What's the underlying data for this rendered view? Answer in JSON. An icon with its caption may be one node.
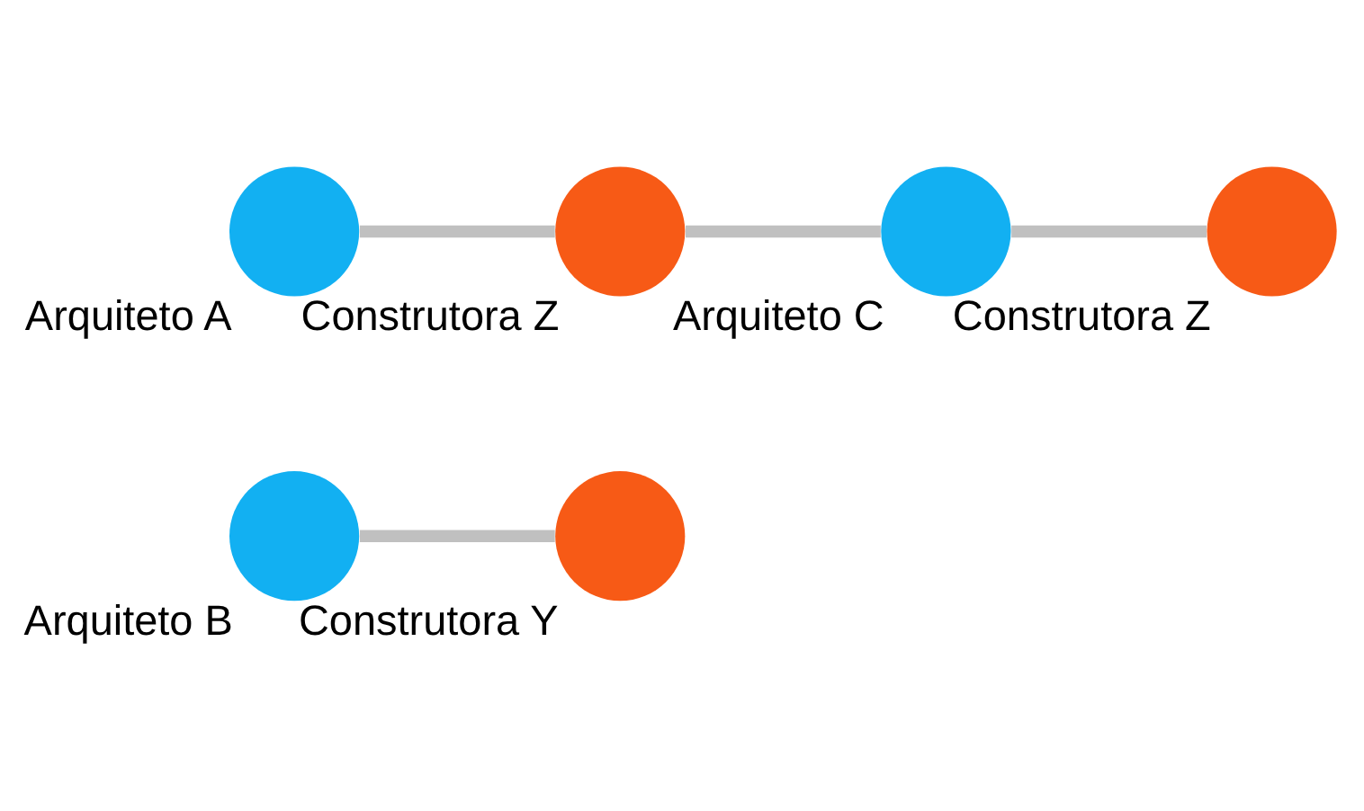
{
  "diagram": {
    "nodes": [
      {
        "text": [],
        "shape": "circle",
        "beside": [
          "Arquiteto B"
        ]
      },
      {
        "text": [],
        "shape": "circle",
        "beside": [
          "Construtora Y"
        ]
      },
      {
        "text": [],
        "shape": "circle",
        "beside": [
          "Construtora Z"
        ]
      },
      {
        "text": [],
        "shape": "circle",
        "beside": [
          "Arquiteto A"
        ]
      },
      {
        "text": [],
        "shape": "circle",
        "beside": [
          "Construtora Z"
        ]
      },
      {
        "text": [],
        "shape": "circle",
        "beside": [
          "Arquiteto C"
        ]
      }
    ],
    "edges": [
      {
        "from": 0,
        "to": 1,
        "arrow": "none"
      },
      {
        "from": 3,
        "to": 4,
        "arrow": "none"
      },
      {
        "from": 4,
        "to": 5,
        "arrow": "none"
      },
      {
        "from": 5,
        "to": 2,
        "arrow": "none"
      }
    ]
  }
}
